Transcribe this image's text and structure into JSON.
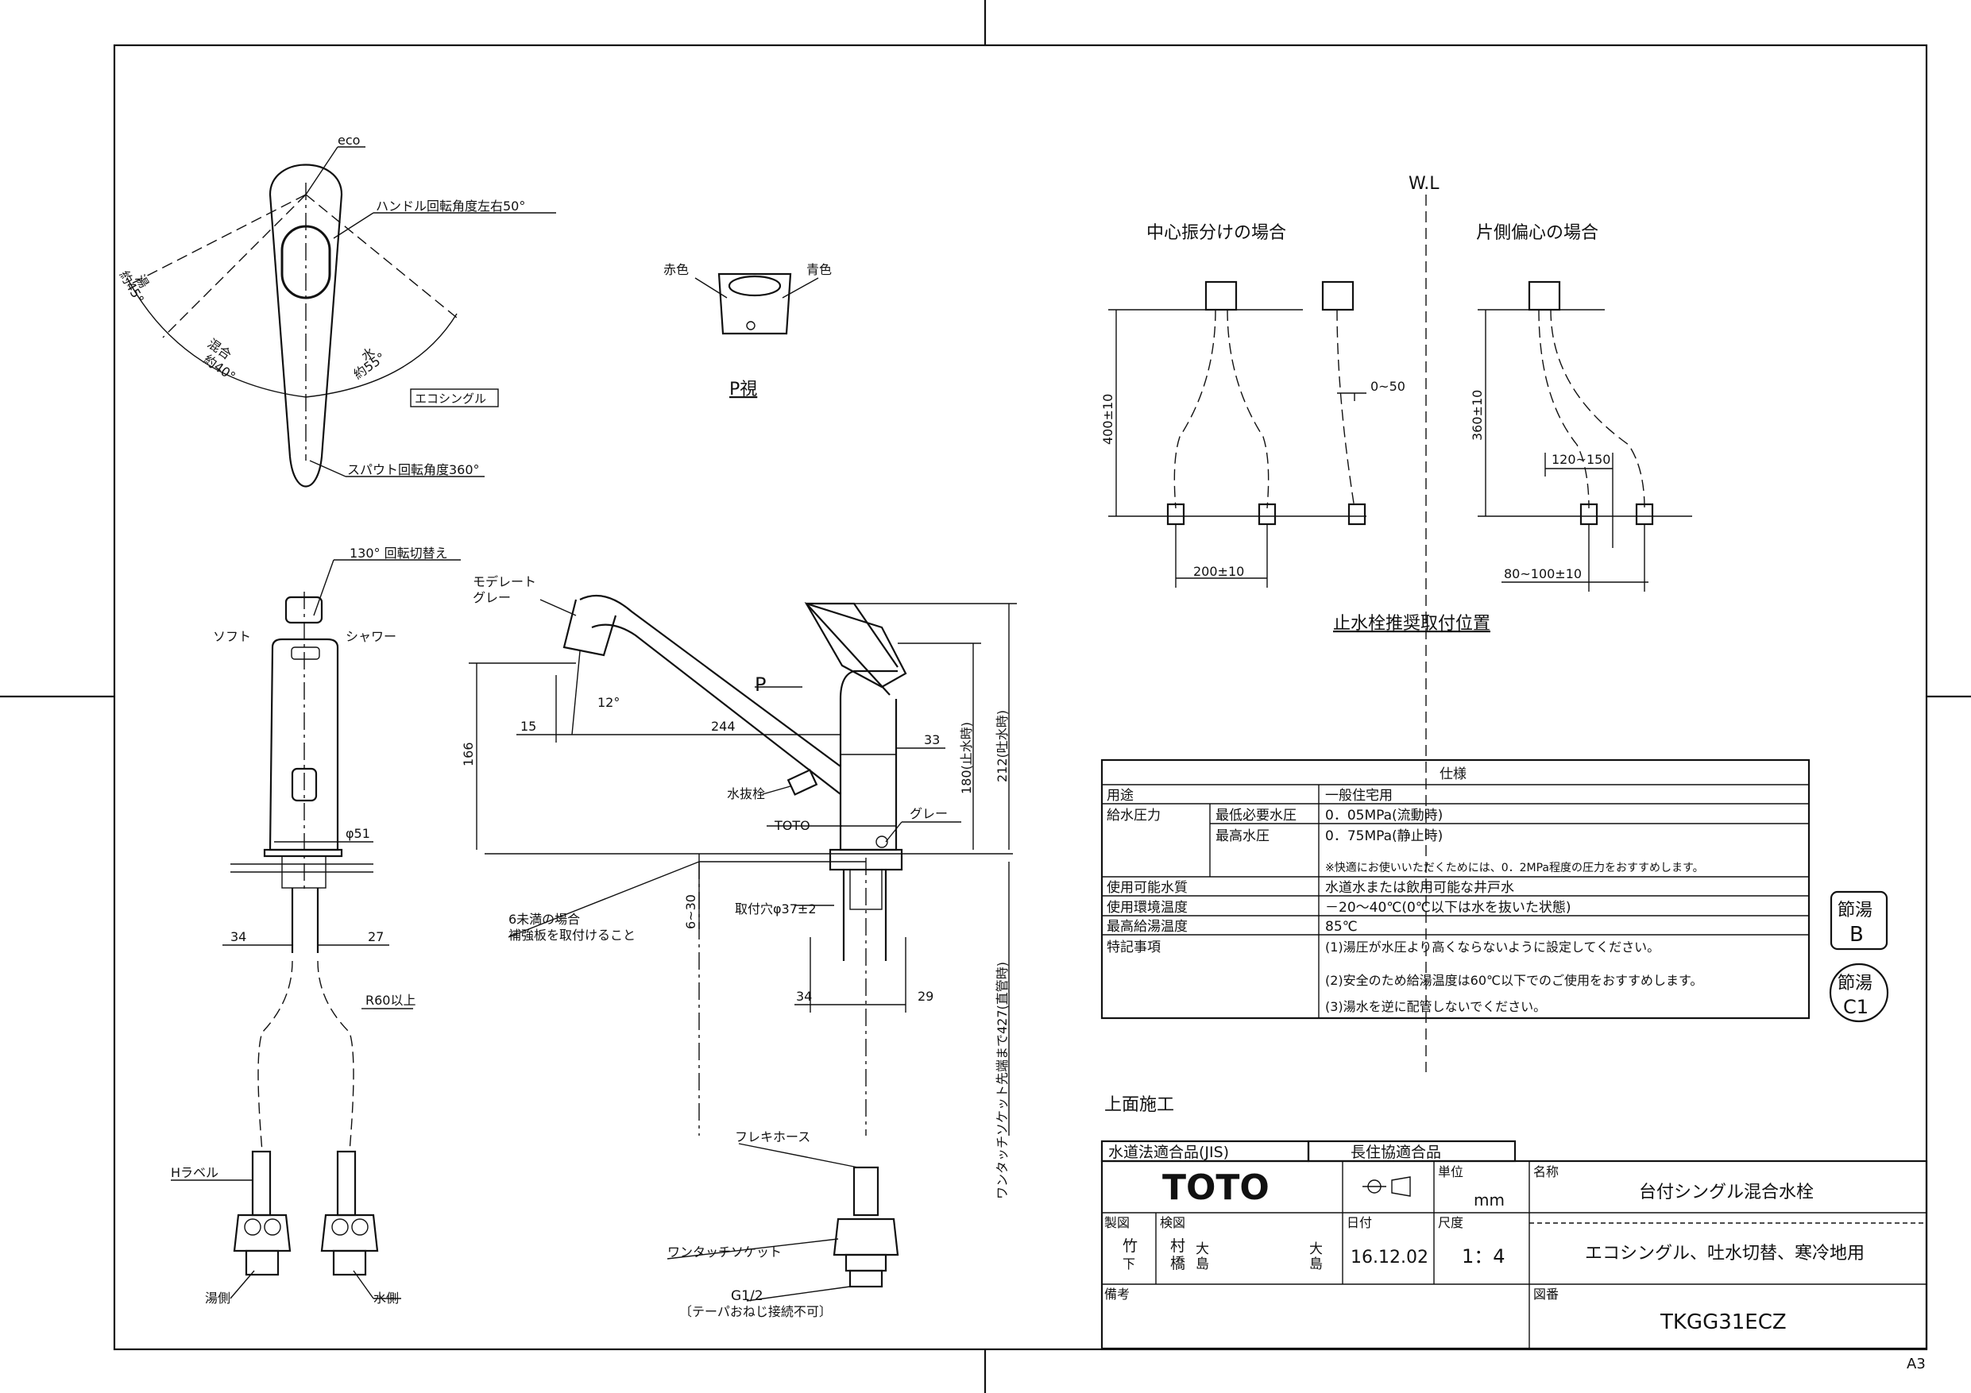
{
  "sheet": {
    "size_label": "A3",
    "top_plan_view": {
      "eco": "eco",
      "handle_rotation": "ハンドル回転角度左右50°",
      "hot_label": "湯",
      "hot_angle": "約45°",
      "mix_label": "混合",
      "mix_angle": "約40°",
      "cold_label": "水",
      "cold_angle": "約55°",
      "eco_single_badge": "エコシングル",
      "spout_rotation": "スパウト回転角度360°"
    },
    "p_view": {
      "red": "赤色",
      "blue": "青色",
      "caption": "P視"
    },
    "front_view": {
      "switch_rotation": "130° 回転切替え",
      "soft": "ソフト",
      "shower": "シャワー",
      "diameter": "φ51",
      "dim_left": "34",
      "dim_right": "27",
      "bend_radius": "R60以上",
      "h_label": "Hラベル",
      "hot_side": "湯側",
      "cold_side": "水側"
    },
    "side_view": {
      "moderate_gray_1": "モデレート",
      "moderate_gray_2": "グレー",
      "angle": "12°",
      "p_arrow": "P",
      "dim_15": "15",
      "dim_244": "244",
      "dim_33": "33",
      "dim_166": "166",
      "dim_180": "180(止水時)",
      "dim_212": "212(吐水時)",
      "drain_plug": "水抜栓",
      "toto_mark": "TOTO",
      "gray": "グレー",
      "mount_hole": "取付穴φ37±2",
      "under6_1": "6未満の場合",
      "under6_2": "補強板を取付けること",
      "dim_6_30": "6~30",
      "dim_34": "34",
      "dim_29": "29",
      "socket_length": "ワンタッチソケット先端まで427(直管時)",
      "flexi_hose": "フレキホース",
      "one_touch_socket": "ワンタッチソケット",
      "thread": "G1/2",
      "thread_note": "〔テーパおねじ接続不可〕"
    },
    "stop_valve": {
      "wl": "W.L",
      "center_title": "中心振分けの場合",
      "offset_title": "片側偏心の場合",
      "dim_400": "400±10",
      "dim_0_50": "0~50",
      "dim_200": "200±10",
      "dim_360": "360±10",
      "dim_120_150": "120~150",
      "dim_80_100": "80~100±10",
      "caption": "止水栓推奨取付位置"
    },
    "spec_table": {
      "title": "仕様",
      "rows": [
        {
          "label": "用途",
          "sub": "",
          "value": "一般住宅用"
        },
        {
          "label": "給水圧力",
          "sub": "最低必要水圧",
          "value": "0．05MPa(流動時)"
        },
        {
          "label": "",
          "sub": "最高水圧",
          "value": "0．75MPa(静止時)"
        },
        {
          "label": "",
          "sub": "",
          "value": "※快適にお使いいただくためには、0．2MPa程度の圧力をおすすめします。"
        },
        {
          "label": "使用可能水質",
          "sub": "",
          "value": "水道水または飲用可能な井戸水"
        },
        {
          "label": "使用環境温度",
          "sub": "",
          "value": "－20～40℃(0℃以下は水を抜いた状態)"
        },
        {
          "label": "最高給湯温度",
          "sub": "",
          "value": "85℃"
        },
        {
          "label": "特記事項",
          "sub": "",
          "value": "(1)湯圧が水圧より高くならないように設定してください。"
        },
        {
          "label": "",
          "sub": "",
          "value": "(2)安全のため給湯温度は60℃以下でのご使用をおすすめします。"
        },
        {
          "label": "",
          "sub": "",
          "value": "(3)湯水を逆に配管しないでください。"
        }
      ]
    },
    "badges": {
      "b_top": "節湯",
      "b_bottom": "B",
      "c1_top": "節湯",
      "c1_bottom": "C1"
    },
    "title_block": {
      "install_note": "上面施工",
      "jis": "水道法適合品(JIS)",
      "chokyo": "長住協適合品",
      "brand": "TOTO",
      "unit_label": "単位",
      "unit_value": "mm",
      "name_label": "名称",
      "name_value": "台付シングル混合水栓",
      "drawn_label": "製図",
      "drawn_1": "竹",
      "drawn_2": "下",
      "checked_label": "検図",
      "checked_1": "村",
      "checked_2": "橋",
      "stamp_1": "大",
      "stamp_2": "島",
      "stamp_3": "大",
      "stamp_4": "島",
      "date_label": "日付",
      "date_value": "16.12.02",
      "scale_label": "尺度",
      "scale_value": "1：4",
      "subtitle": "エコシングル、吐水切替、寒冷地用",
      "remarks_label": "備考",
      "drawing_no_label": "図番",
      "drawing_no": "TKGG31ECZ"
    }
  }
}
